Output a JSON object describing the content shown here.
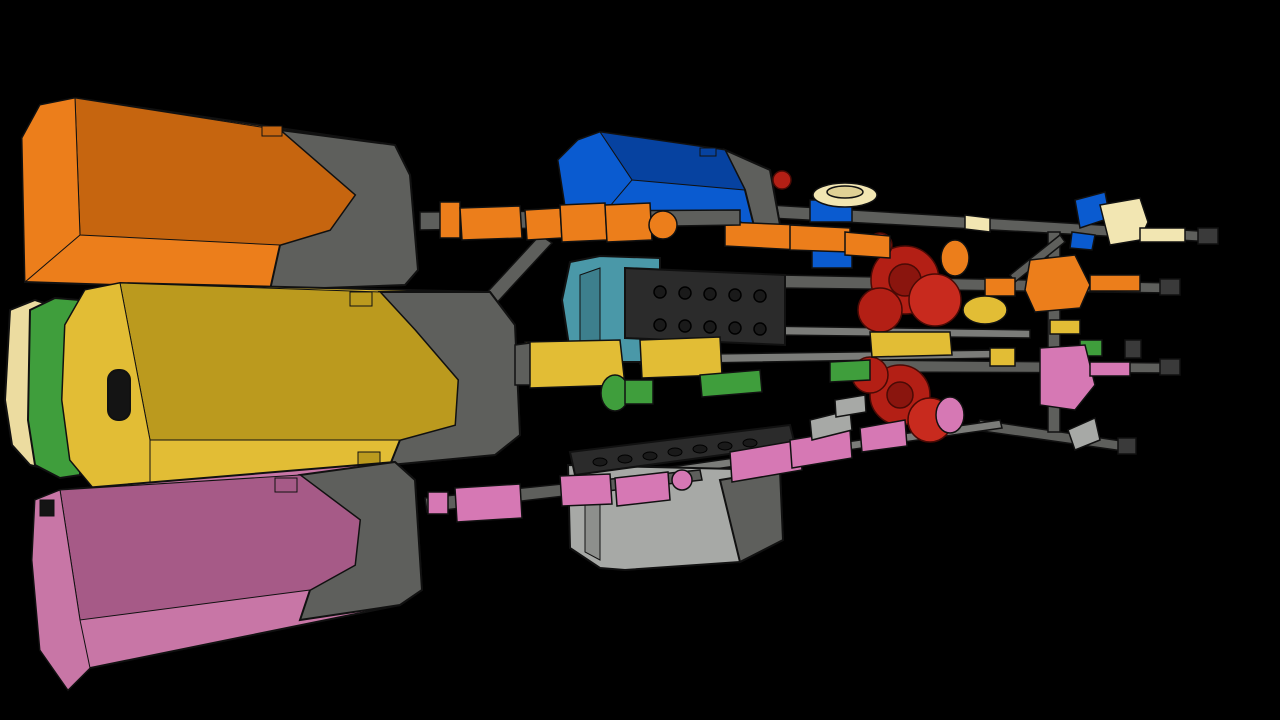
{
  "scene": {
    "background": "#000000",
    "outline": "#111111",
    "colors": {
      "orange": "#ec7e1b",
      "orange_dark": "#c6650f",
      "yellow": "#e2bd35",
      "yellow_dark": "#bb9a1e",
      "pink": "#c876a6",
      "pink_dark": "#a65a87",
      "pink_bright": "#d678b4",
      "green": "#3f9e3c",
      "tan": "#ecdca0",
      "blue": "#0a5bd0",
      "blue_dark": "#0642a0",
      "teal": "#4a98a8",
      "light_gray": "#a7a9a6",
      "dark_gray": "#5e5f5c",
      "gray_mid": "#7b7c79",
      "red": "#b31f15",
      "black": "#141414",
      "cream": "#f2e6b2"
    },
    "motors": [
      {
        "name": "orange-motor",
        "color": "orange"
      },
      {
        "name": "yellow-motor",
        "color": "yellow"
      },
      {
        "name": "pink-motor",
        "color": "pink"
      },
      {
        "name": "green-motor",
        "color": "green"
      },
      {
        "name": "tan-motor",
        "color": "tan"
      },
      {
        "name": "blue-motor",
        "color": "blue"
      },
      {
        "name": "teal-motor",
        "color": "teal"
      },
      {
        "name": "light-gray-motor",
        "color": "light_gray"
      }
    ]
  }
}
